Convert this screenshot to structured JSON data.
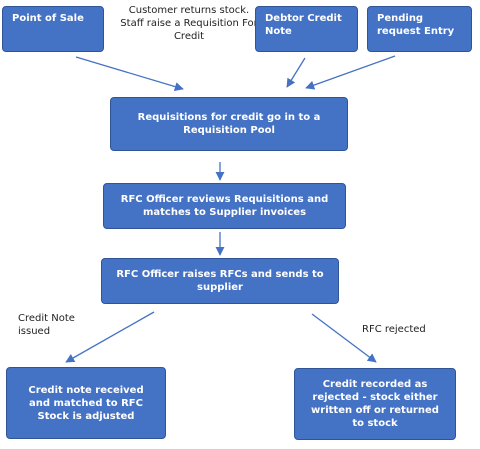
{
  "boxes": {
    "point_of_sale": "Point of Sale",
    "debtor_credit_note": "Debtor Credit Note",
    "pending_request_entry": "Pending request Entry",
    "requisition_pool": "Requisitions for credit go in to a Requisition Pool",
    "rfc_officer_reviews": "RFC Officer reviews Requisitions and matches to Supplier invoices",
    "rfc_officer_raises": "RFC Officer raises RFCs and sends to supplier",
    "credit_note_received": "Credit note received and matched to RFC Stock is adjusted",
    "credit_recorded_rejected": "Credit recorded as rejected - stock either written off or returned to stock"
  },
  "labels": {
    "customer_returns": "Customer returns stock. Staff raise a Requisition For Credit",
    "credit_note_issued": "Credit Note issued",
    "rfc_rejected": "RFC rejected"
  },
  "colors": {
    "box_fill": "#4472c4",
    "box_border": "#2f5597",
    "arrow": "#4472c4"
  }
}
